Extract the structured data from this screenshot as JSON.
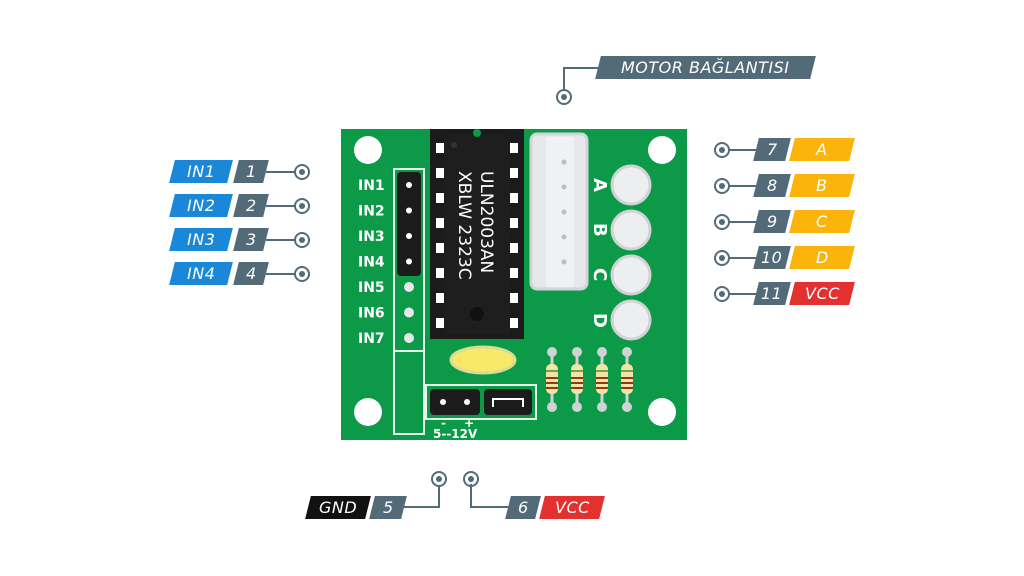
{
  "title_label": "MOTOR BAĞLANTISI",
  "left_pins": [
    {
      "label": "IN1",
      "number": "1"
    },
    {
      "label": "IN2",
      "number": "2"
    },
    {
      "label": "IN3",
      "number": "3"
    },
    {
      "label": "IN4",
      "number": "4"
    }
  ],
  "right_pins": [
    {
      "number": "7",
      "label": "A",
      "kind": "motor"
    },
    {
      "number": "8",
      "label": "B",
      "kind": "motor"
    },
    {
      "number": "9",
      "label": "C",
      "kind": "motor"
    },
    {
      "number": "10",
      "label": "D",
      "kind": "motor"
    },
    {
      "number": "11",
      "label": "VCC",
      "kind": "power"
    }
  ],
  "bottom_pins": [
    {
      "label": "GND",
      "number": "5"
    },
    {
      "number": "6",
      "label": "VCC"
    }
  ],
  "board": {
    "input_labels": [
      "IN1",
      "IN2",
      "IN3",
      "IN4",
      "IN5",
      "IN6",
      "IN7"
    ],
    "chip_line1": "ULN2003AN",
    "chip_line2": "XBLW  2323C",
    "motor_pin_labels": [
      "A",
      "B",
      "C",
      "D"
    ],
    "power_minus": "-",
    "power_plus": "+",
    "power_range": "5--12V"
  },
  "colors": {
    "pcb": "#0c9a48",
    "input_tag": "#1a87d9",
    "number_tag": "#536b78",
    "motor_tag": "#fbb40c",
    "vcc_tag": "#e2312f",
    "gnd_tag": "#111111"
  }
}
